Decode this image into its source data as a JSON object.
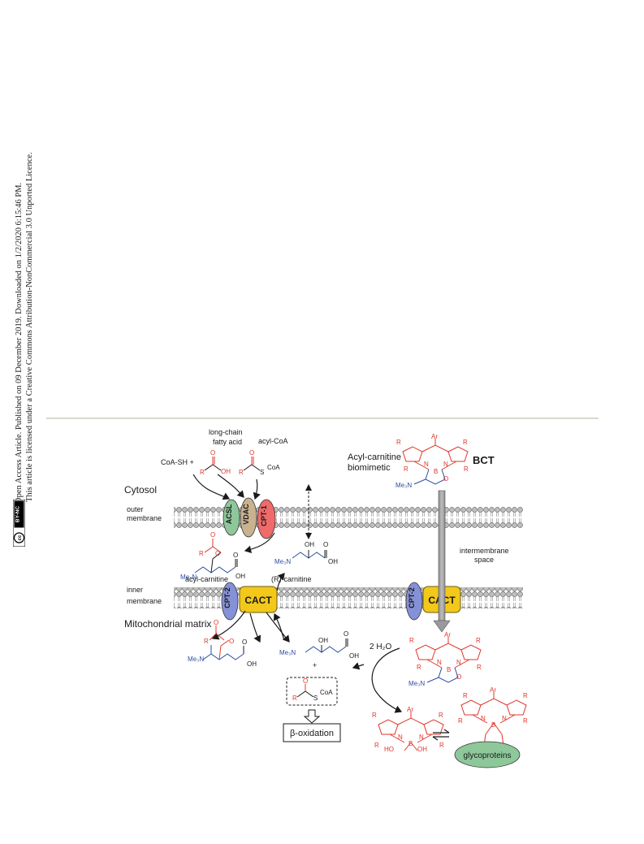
{
  "sidebar": {
    "line1": "Open Access Article. Published on 09 December 2019. Downloaded on 1/2/2020 6:15:46 PM.",
    "line2": "This article is licensed under a Creative Commons Attribution-NonCommercial 3.0 Unported Licence.",
    "badge_cc": "cc",
    "badge_text": "BY-NC"
  },
  "figure": {
    "long_chain_fatty_acid": [
      "long-chain",
      "fatty acid"
    ],
    "acyl_coa": "acyl-CoA",
    "coa_sh": "CoA-SH +",
    "cytosol": "Cytosol",
    "outer_membrane": [
      "outer",
      "membrane"
    ],
    "inner_membrane": [
      "inner",
      "membrane"
    ],
    "intermembrane_space": [
      "intermembrane",
      "space"
    ],
    "mitochondrial_matrix": "Mitochondrial matrix",
    "acsl": "ACSL",
    "vdac": "VDAC",
    "cpt1": "CPT-1",
    "cpt2": "CPT-2",
    "cact": "CACT",
    "acyl_carnitine": "acyl-carnitine",
    "r_carnitine": "(R)-carnitine",
    "acyl_carnitine_biomimetic": [
      "Acyl-carnitine",
      "biomimetic"
    ],
    "bct": "BCT",
    "two_h2o": "2 H₂O",
    "beta_oxidation": "β-oxidation",
    "glycoproteins": "glycoproteins",
    "plus": "+",
    "atoms": {
      "R": "R",
      "Ar": "Ar",
      "N": "N",
      "B": "B",
      "O": "O",
      "OH": "OH",
      "S": "S",
      "CoA": "CoA",
      "Me3N": "Me₃N",
      "HO": "HO"
    }
  }
}
